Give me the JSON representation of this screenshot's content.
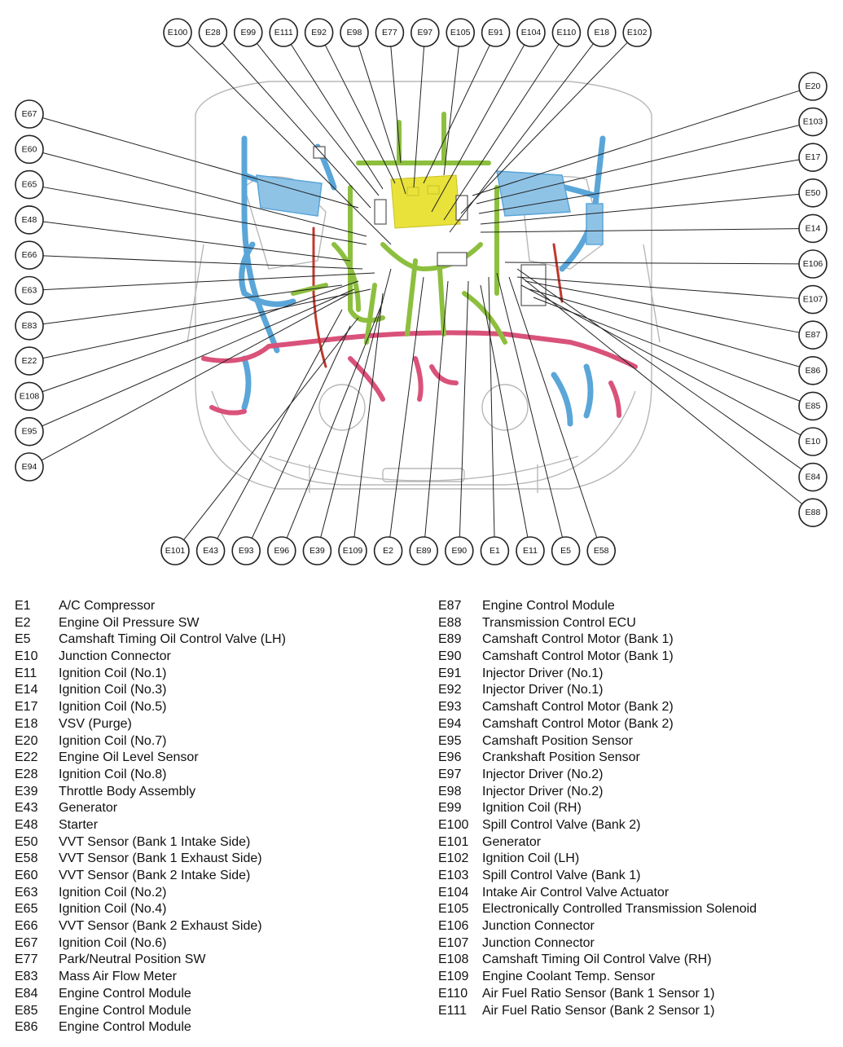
{
  "callouts": [
    {
      "id": "E100",
      "side": "top",
      "order": 0
    },
    {
      "id": "E28",
      "side": "top",
      "order": 1
    },
    {
      "id": "E99",
      "side": "top",
      "order": 2
    },
    {
      "id": "E111",
      "side": "top",
      "order": 3
    },
    {
      "id": "E92",
      "side": "top",
      "order": 4
    },
    {
      "id": "E98",
      "side": "top",
      "order": 5
    },
    {
      "id": "E77",
      "side": "top",
      "order": 6
    },
    {
      "id": "E97",
      "side": "top",
      "order": 7
    },
    {
      "id": "E105",
      "side": "top",
      "order": 8
    },
    {
      "id": "E91",
      "side": "top",
      "order": 9
    },
    {
      "id": "E104",
      "side": "top",
      "order": 10
    },
    {
      "id": "E110",
      "side": "top",
      "order": 11
    },
    {
      "id": "E18",
      "side": "top",
      "order": 12
    },
    {
      "id": "E102",
      "side": "top",
      "order": 13
    },
    {
      "id": "E67",
      "side": "left",
      "order": 0
    },
    {
      "id": "E60",
      "side": "left",
      "order": 1
    },
    {
      "id": "E65",
      "side": "left",
      "order": 2
    },
    {
      "id": "E48",
      "side": "left",
      "order": 3
    },
    {
      "id": "E66",
      "side": "left",
      "order": 4
    },
    {
      "id": "E63",
      "side": "left",
      "order": 5
    },
    {
      "id": "E83",
      "side": "left",
      "order": 6
    },
    {
      "id": "E22",
      "side": "left",
      "order": 7
    },
    {
      "id": "E108",
      "side": "left",
      "order": 8
    },
    {
      "id": "E95",
      "side": "left",
      "order": 9
    },
    {
      "id": "E94",
      "side": "left",
      "order": 10
    },
    {
      "id": "E20",
      "side": "right",
      "order": 0
    },
    {
      "id": "E103",
      "side": "right",
      "order": 1
    },
    {
      "id": "E17",
      "side": "right",
      "order": 2
    },
    {
      "id": "E50",
      "side": "right",
      "order": 3
    },
    {
      "id": "E14",
      "side": "right",
      "order": 4
    },
    {
      "id": "E106",
      "side": "right",
      "order": 5
    },
    {
      "id": "E107",
      "side": "right",
      "order": 6
    },
    {
      "id": "E87",
      "side": "right",
      "order": 7
    },
    {
      "id": "E86",
      "side": "right",
      "order": 8
    },
    {
      "id": "E85",
      "side": "right",
      "order": 9
    },
    {
      "id": "E10",
      "side": "right",
      "order": 10
    },
    {
      "id": "E84",
      "side": "right",
      "order": 11
    },
    {
      "id": "E88",
      "side": "right",
      "order": 12
    },
    {
      "id": "E101",
      "side": "bottom",
      "order": 0
    },
    {
      "id": "E43",
      "side": "bottom",
      "order": 1
    },
    {
      "id": "E93",
      "side": "bottom",
      "order": 2
    },
    {
      "id": "E96",
      "side": "bottom",
      "order": 3
    },
    {
      "id": "E39",
      "side": "bottom",
      "order": 4
    },
    {
      "id": "E109",
      "side": "bottom",
      "order": 5
    },
    {
      "id": "E2",
      "side": "bottom",
      "order": 6
    },
    {
      "id": "E89",
      "side": "bottom",
      "order": 7
    },
    {
      "id": "E90",
      "side": "bottom",
      "order": 8
    },
    {
      "id": "E1",
      "side": "bottom",
      "order": 9
    },
    {
      "id": "E11",
      "side": "bottom",
      "order": 10
    },
    {
      "id": "E5",
      "side": "bottom",
      "order": 11
    },
    {
      "id": "E58",
      "side": "bottom",
      "order": 12
    }
  ],
  "harness_colors": {
    "green": "#8dbf3f",
    "blue": "#5aa6d8",
    "pink": "#d9527a",
    "yellow": "#e8e23a",
    "red": "#c0392b",
    "outline": "#b8b8b8",
    "leader": "#222222"
  },
  "legend": {
    "left": [
      {
        "code": "E1",
        "desc": "A/C Compressor"
      },
      {
        "code": "E2",
        "desc": "Engine Oil Pressure SW"
      },
      {
        "code": "E5",
        "desc": "Camshaft Timing Oil Control Valve (LH)"
      },
      {
        "code": "E10",
        "desc": "Junction Connector"
      },
      {
        "code": "E11",
        "desc": "Ignition Coil (No.1)"
      },
      {
        "code": "E14",
        "desc": "Ignition Coil (No.3)"
      },
      {
        "code": "E17",
        "desc": "Ignition Coil (No.5)"
      },
      {
        "code": "E18",
        "desc": "VSV (Purge)"
      },
      {
        "code": "E20",
        "desc": "Ignition Coil (No.7)"
      },
      {
        "code": "E22",
        "desc": "Engine Oil Level Sensor"
      },
      {
        "code": "E28",
        "desc": "Ignition Coil (No.8)"
      },
      {
        "code": "E39",
        "desc": "Throttle Body Assembly"
      },
      {
        "code": "E43",
        "desc": "Generator"
      },
      {
        "code": "E48",
        "desc": "Starter"
      },
      {
        "code": "E50",
        "desc": "VVT Sensor (Bank 1 Intake Side)"
      },
      {
        "code": "E58",
        "desc": "VVT Sensor (Bank 1 Exhaust Side)"
      },
      {
        "code": "E60",
        "desc": "VVT Sensor (Bank 2 Intake Side)"
      },
      {
        "code": "E63",
        "desc": "Ignition Coil (No.2)"
      },
      {
        "code": "E65",
        "desc": "Ignition Coil (No.4)"
      },
      {
        "code": "E66",
        "desc": "VVT Sensor (Bank 2 Exhaust Side)"
      },
      {
        "code": "E67",
        "desc": "Ignition Coil (No.6)"
      },
      {
        "code": "E77",
        "desc": "Park/Neutral Position SW"
      },
      {
        "code": "E83",
        "desc": "Mass Air Flow Meter"
      },
      {
        "code": "E84",
        "desc": "Engine Control Module"
      },
      {
        "code": "E85",
        "desc": "Engine Control Module"
      },
      {
        "code": "E86",
        "desc": "Engine Control Module"
      }
    ],
    "right": [
      {
        "code": "E87",
        "desc": "Engine Control Module"
      },
      {
        "code": "E88",
        "desc": "Transmission Control ECU"
      },
      {
        "code": "E89",
        "desc": "Camshaft Control Motor (Bank 1)"
      },
      {
        "code": "E90",
        "desc": "Camshaft Control Motor (Bank 1)"
      },
      {
        "code": "E91",
        "desc": "Injector Driver (No.1)"
      },
      {
        "code": "E92",
        "desc": "Injector Driver (No.1)"
      },
      {
        "code": "E93",
        "desc": "Camshaft Control Motor (Bank 2)"
      },
      {
        "code": "E94",
        "desc": "Camshaft Control Motor (Bank 2)"
      },
      {
        "code": "E95",
        "desc": "Camshaft Position Sensor"
      },
      {
        "code": "E96",
        "desc": "Crankshaft Position Sensor"
      },
      {
        "code": "E97",
        "desc": "Injector Driver (No.2)"
      },
      {
        "code": "E98",
        "desc": "Injector Driver (No.2)"
      },
      {
        "code": "E99",
        "desc": "Ignition Coil (RH)"
      },
      {
        "code": "E100",
        "desc": "Spill Control Valve (Bank 2)"
      },
      {
        "code": "E101",
        "desc": "Generator"
      },
      {
        "code": "E102",
        "desc": "Ignition Coil (LH)"
      },
      {
        "code": "E103",
        "desc": "Spill Control Valve (Bank 1)"
      },
      {
        "code": "E104",
        "desc": "Intake Air Control Valve Actuator"
      },
      {
        "code": "E105",
        "desc": "Electronically Controlled Transmission Solenoid"
      },
      {
        "code": "E106",
        "desc": "Junction Connector"
      },
      {
        "code": "E107",
        "desc": "Junction Connector"
      },
      {
        "code": "E108",
        "desc": "Camshaft Timing Oil Control Valve (RH)"
      },
      {
        "code": "E109",
        "desc": "Engine Coolant Temp. Sensor"
      },
      {
        "code": "E110",
        "desc": "Air Fuel Ratio Sensor (Bank 1 Sensor 1)"
      },
      {
        "code": "E111",
        "desc": "Air Fuel Ratio Sensor (Bank 2 Sensor 1)"
      }
    ]
  }
}
